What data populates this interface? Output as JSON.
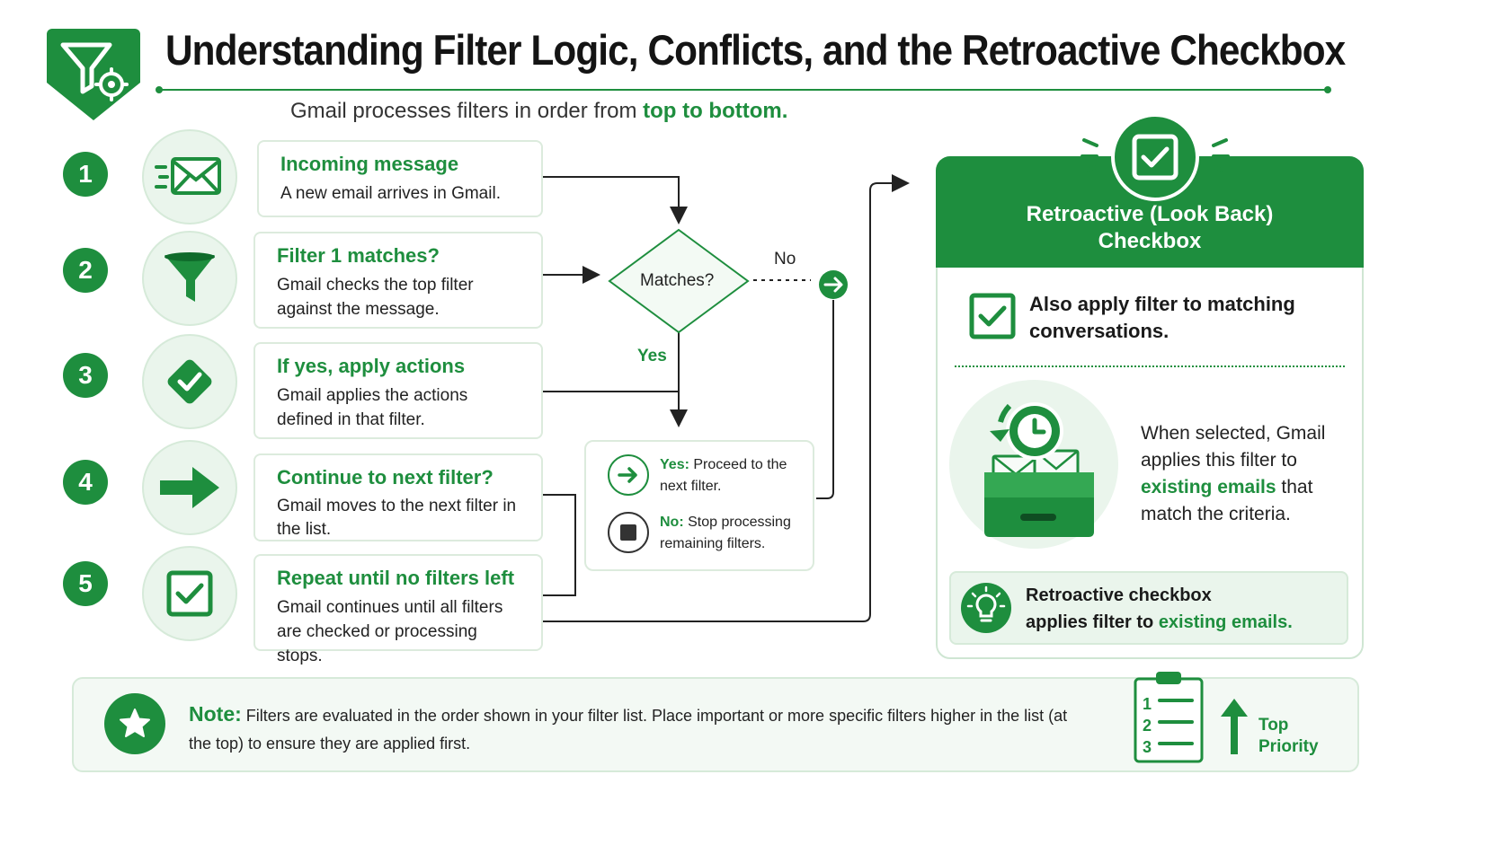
{
  "title": "Understanding Filter Logic, Conflicts, and the Retroactive Checkbox",
  "subtitle_prefix": "Gmail processes filters in order from ",
  "subtitle_emphasis": "top to bottom.",
  "steps": [
    {
      "number": "1",
      "icon": "envelope-icon",
      "title": "Incoming message",
      "desc": "A new email arrives in Gmail."
    },
    {
      "number": "2",
      "icon": "filter-icon",
      "title": "Filter 1 matches?",
      "desc": "Gmail checks the top filter against the message."
    },
    {
      "number": "3",
      "icon": "check-diamond-icon",
      "title": "If yes, apply actions",
      "desc": "Gmail applies the actions defined in that filter."
    },
    {
      "number": "4",
      "icon": "arrow-right-icon",
      "title": "Continue to next filter?",
      "desc": "Gmail moves to the next filter in the list."
    },
    {
      "number": "5",
      "icon": "checkbox-icon",
      "title": "Repeat until no filters left",
      "desc": "Gmail continues until all filters are checked or processing stops."
    }
  ],
  "decision": {
    "label": "Matches?",
    "no": "No",
    "yes": "Yes"
  },
  "outcomes": {
    "yes_label": "Yes:",
    "yes_text": " Proceed to the next filter.",
    "no_label": "No:",
    "no_text": " Stop processing remaining filters."
  },
  "retro": {
    "title_line1": "Retroactive (Look Back)",
    "title_line2": "Checkbox",
    "apply_line1": "Also apply filter to matching",
    "apply_line2": "conversations.",
    "when_prefix": "When selected, Gmail applies this filter to ",
    "when_emphasis": "existing emails",
    "when_suffix": " that match the criteria.",
    "summary_line1": "Retroactive checkbox",
    "summary_prefix": "applies filter to ",
    "summary_emphasis": "existing emails."
  },
  "note": {
    "label": "Note:",
    "text": " Filters are evaluated in the order shown in your filter list. Place important or more specific filters higher in the list (at the top) to ensure they are applied first.",
    "list_numbers": [
      "1",
      "2",
      "3"
    ],
    "priority_line1": "Top",
    "priority_line2": "Priority"
  },
  "colors": {
    "accent": "#1e8e3e",
    "light": "#eaf5ec"
  }
}
